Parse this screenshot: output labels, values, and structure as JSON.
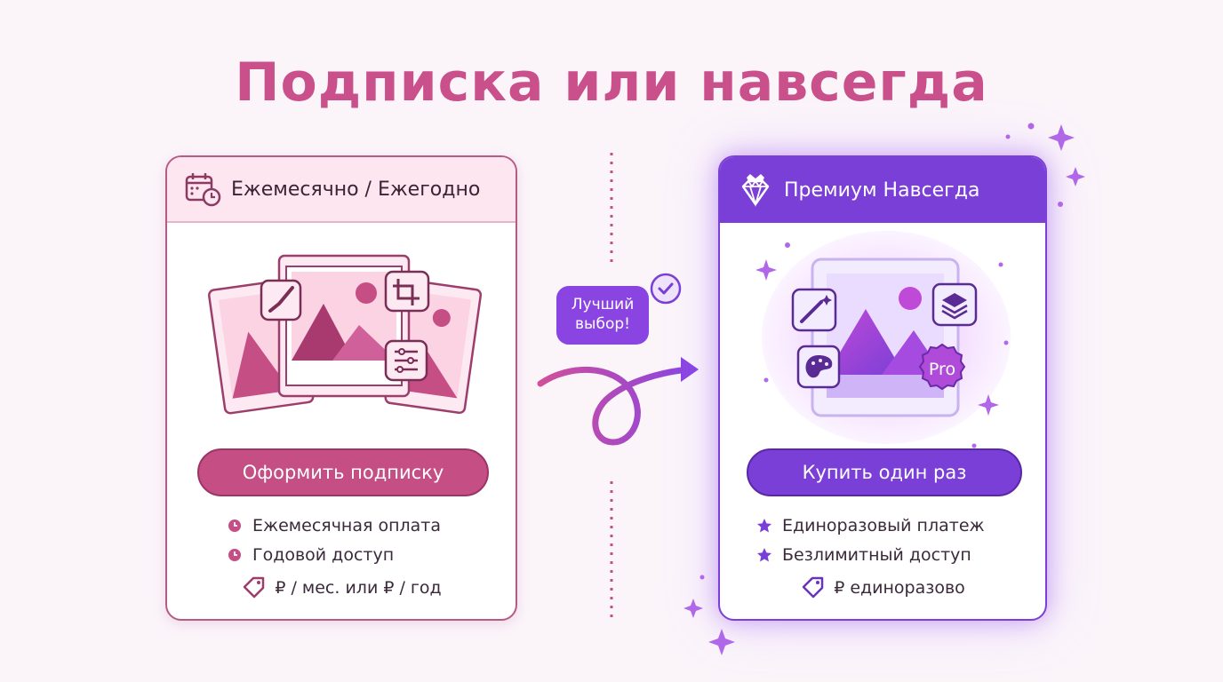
{
  "title": "Подписка или навсегда",
  "left_card": {
    "header": "Ежемесячно / Ежегодно",
    "button": "Оформить подписку",
    "features": [
      "Ежемесячная оплата",
      "Годовой доступ"
    ],
    "price": "₽ / мес. или ₽ / год"
  },
  "badge": "Лучший выбор!",
  "right_card": {
    "header": "Премиум Навсегда",
    "pro_label": "Pro",
    "button": "Купить один раз",
    "features": [
      "Единоразовый платеж",
      "Безлимитный доступ"
    ],
    "price": "₽ единоразово"
  },
  "colors": {
    "title": "#c9508a",
    "left_accent": "#c54e85",
    "right_accent": "#7a3fd6"
  },
  "icons": {
    "left_header": "calendar-clock-icon",
    "right_header": "diamond-crown-icon",
    "left_bullet": "clock-icon",
    "right_bullet": "star-icon",
    "price": "price-tag-icon"
  }
}
